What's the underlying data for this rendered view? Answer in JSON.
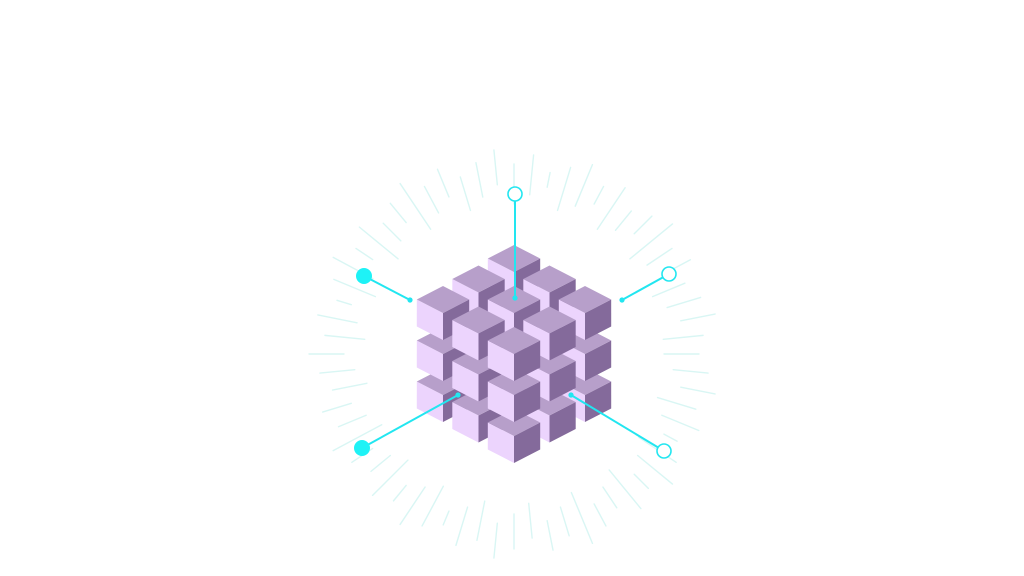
{
  "illustration": {
    "subject": "isometric-cube-cluster",
    "colors": {
      "background": "#ffffff",
      "cube_top": "#b79fca",
      "cube_left": "#ecd4fd",
      "cube_right": "#846a9b",
      "connector": "#22e6f0",
      "connector_fill": "#1ef2f6",
      "burst_ray": "#d9f6f4"
    },
    "connectors": [
      {
        "name": "top",
        "end_style": "hollow"
      },
      {
        "name": "upper-left",
        "end_style": "filled"
      },
      {
        "name": "upper-right",
        "end_style": "hollow"
      },
      {
        "name": "lower-left",
        "end_style": "filled"
      },
      {
        "name": "lower-right",
        "end_style": "hollow"
      }
    ]
  }
}
